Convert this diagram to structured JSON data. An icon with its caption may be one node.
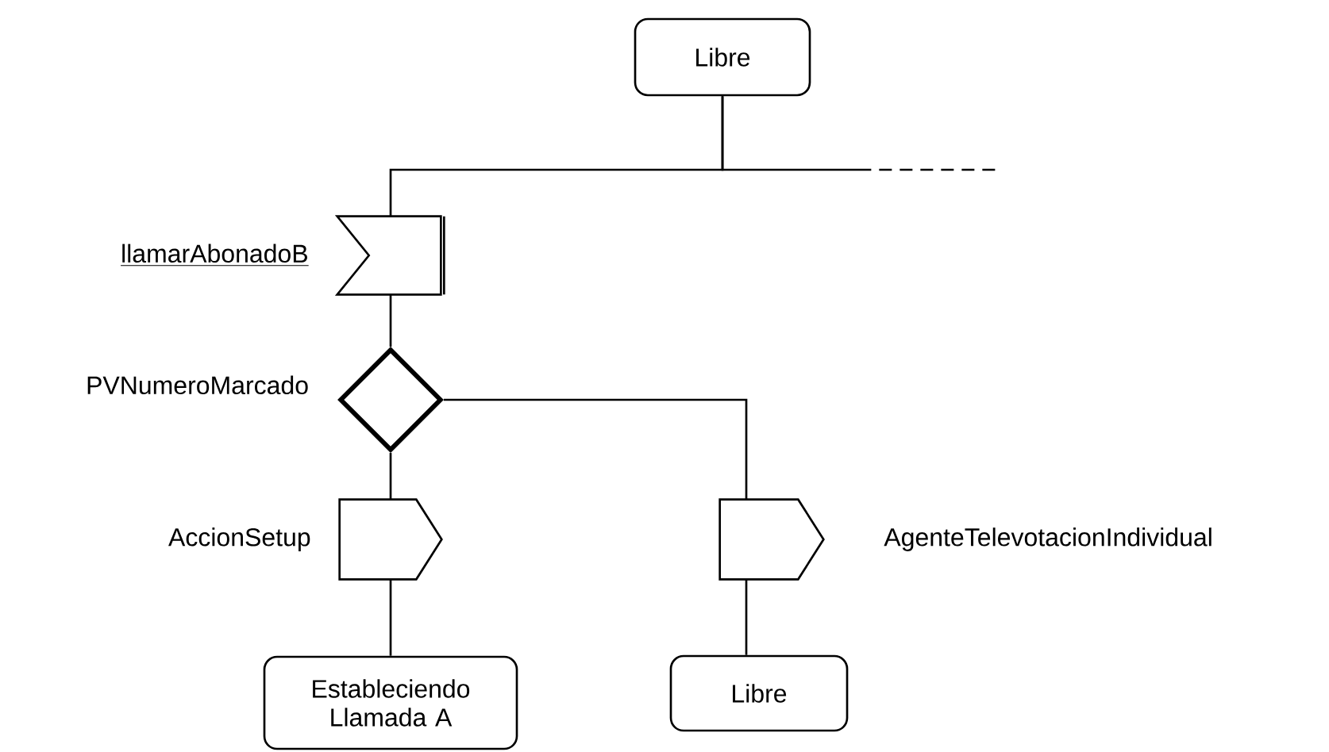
{
  "diagram": {
    "nodes": [
      {
        "text": [
          "Libre"
        ]
      },
      {
        "text": [
          "llamarAbonadoB"
        ]
      },
      {
        "text": [
          "PVNumeroMarcado"
        ]
      },
      {
        "text": [
          "AccionSetup"
        ]
      },
      {
        "text": [
          "AgenteTelevotacionIndividual"
        ]
      },
      {
        "text": [
          "Estableciendo Llamada A"
        ]
      },
      {
        "text": [
          "Libre"
        ]
      }
    ],
    "edges": [
      {
        "from": 0,
        "to": 1,
        "arrow": "none"
      },
      {
        "from": 1,
        "to": 2,
        "arrow": "none"
      },
      {
        "from": 2,
        "to": 3,
        "arrow": "none"
      },
      {
        "from": 2,
        "to": 4,
        "arrow": "none"
      },
      {
        "from": 3,
        "to": 5,
        "arrow": "none"
      },
      {
        "from": 4,
        "to": 6,
        "arrow": "none"
      },
      {
        "from": 0,
        "to": null,
        "arrow": "none",
        "style": "dashed"
      }
    ]
  }
}
